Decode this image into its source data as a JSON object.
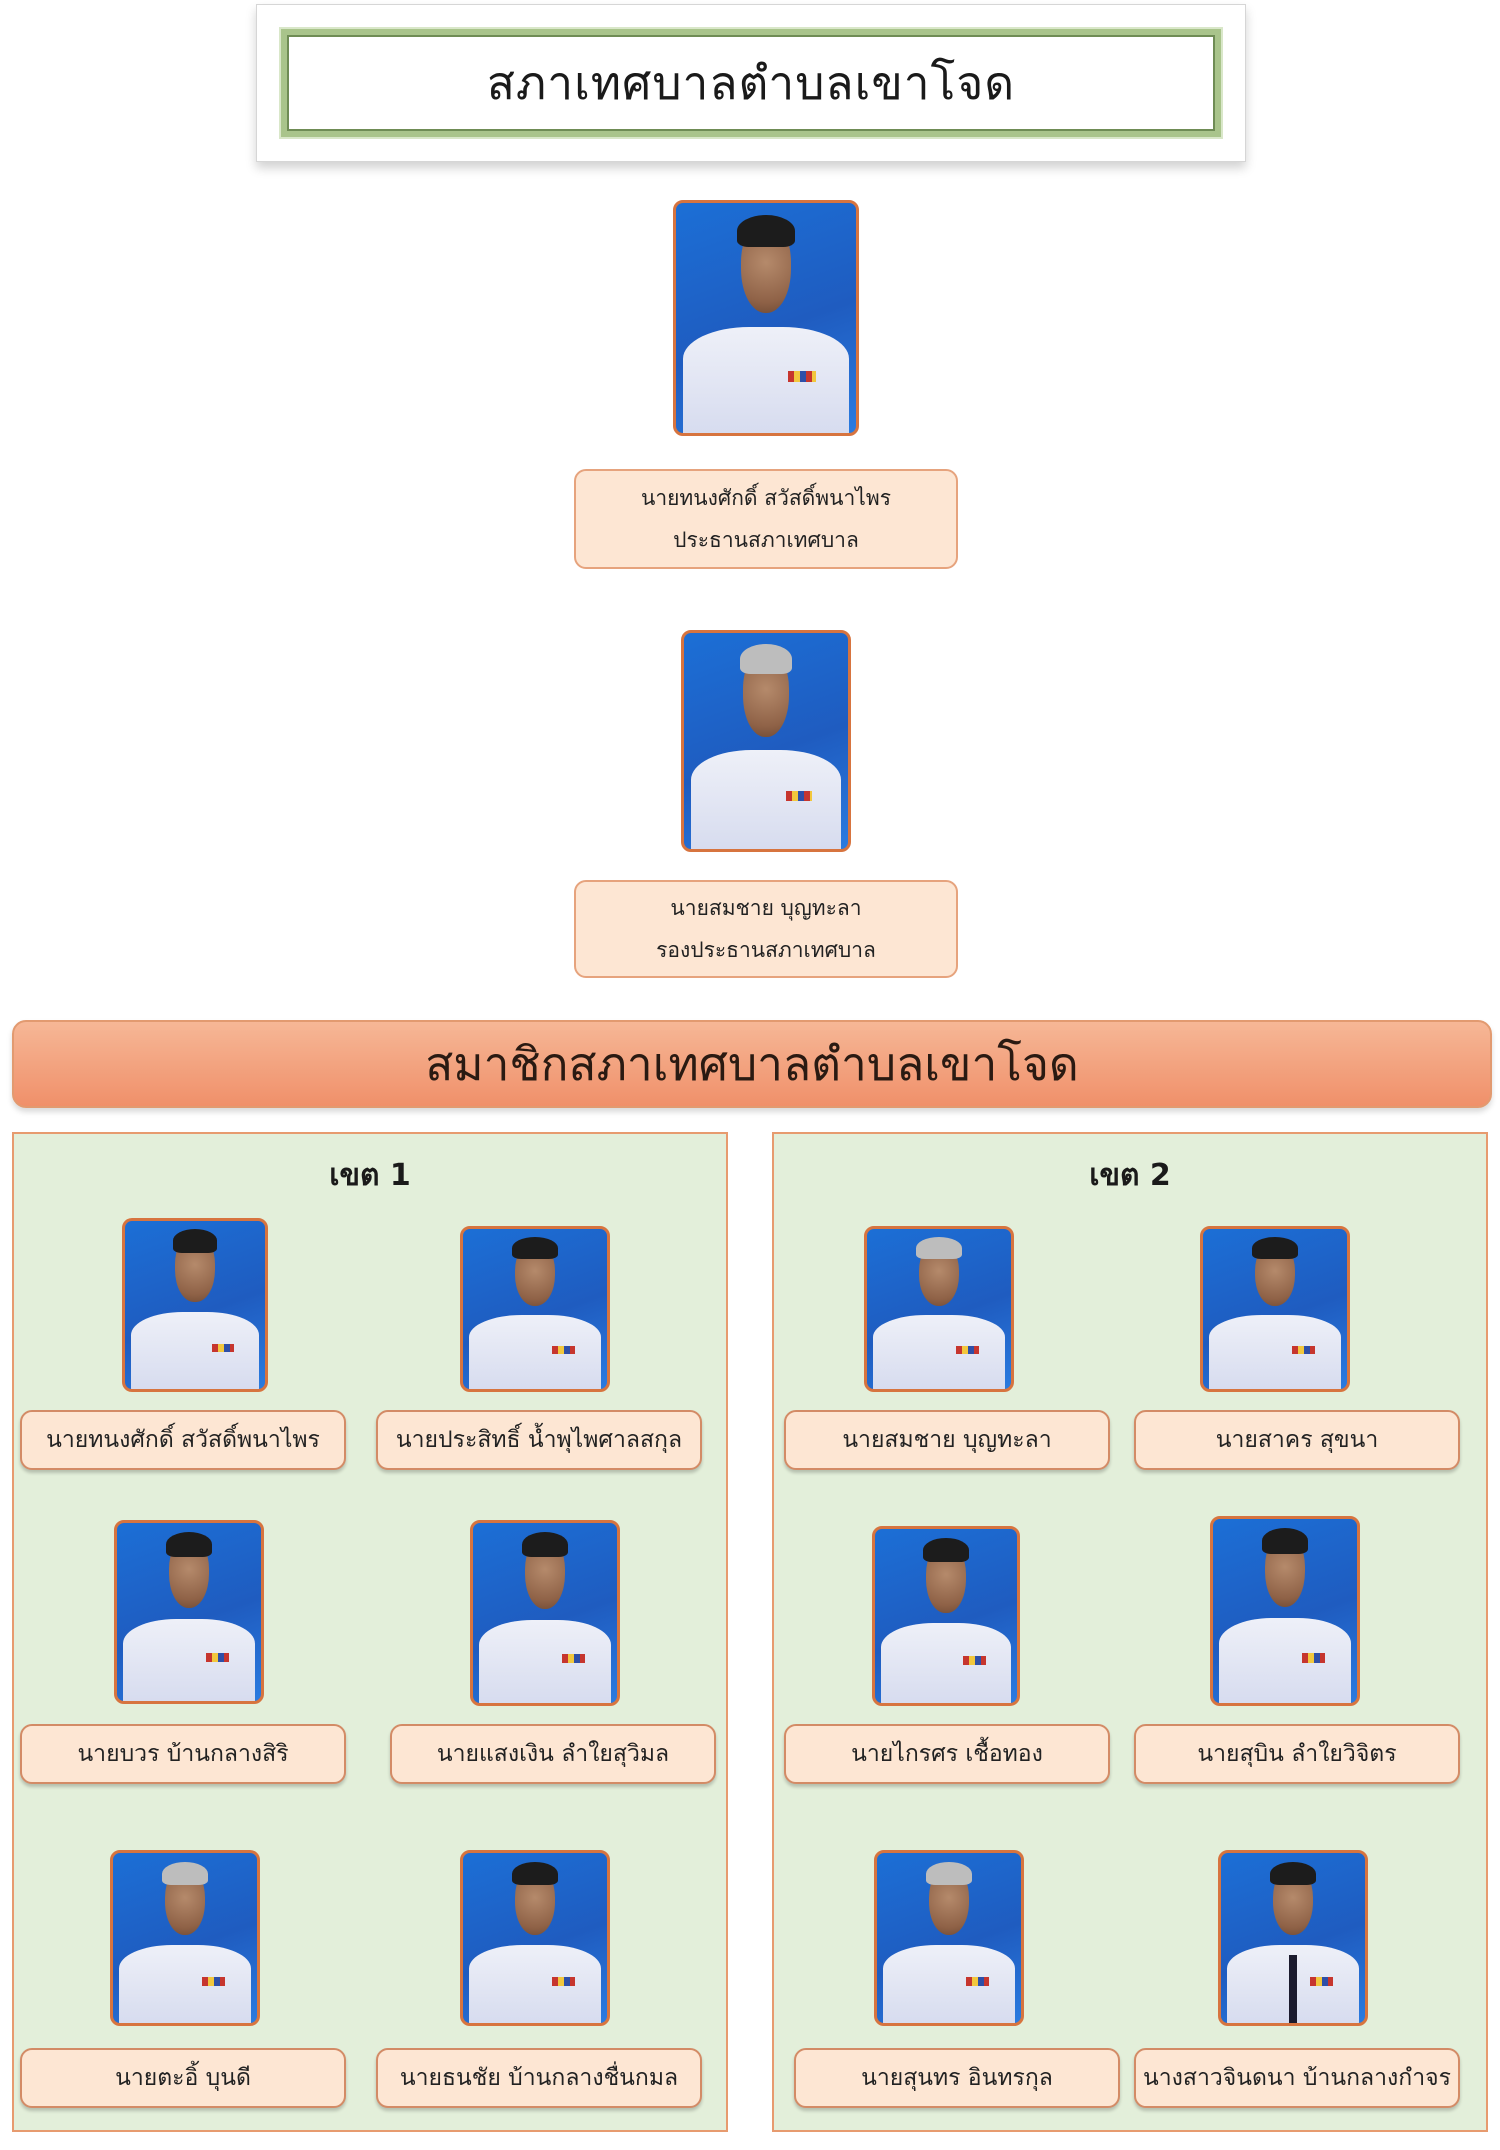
{
  "title": "สภาเทศบาลตำบลเขาโจด",
  "president": {
    "name": "นายทนงศักดิ์ สวัสดิ์พนาไพร",
    "position": "ประธานสภาเทศบาล"
  },
  "vice_president": {
    "name": "นายสมชาย บุญทะลา",
    "position": "รองประธานสภาเทศบาล"
  },
  "members_title": "สมาชิกสภาเทศบาลตำบลเขาโจด",
  "zone1": {
    "label": "เขต 1",
    "members": [
      "นายทนงศักดิ์ สวัสดิ์พนาไพร",
      "นายประสิทธิ์ น้ำพุไพศาลสกุล",
      "นายบวร บ้านกลางสิริ",
      "นายแสงเงิน ลำใยสุวิมล",
      "นายตะอิ้ บุนดี",
      "นายธนชัย บ้านกลางชื่นกมล"
    ]
  },
  "zone2": {
    "label": "เขต 2",
    "members": [
      "นายสมชาย บุญทะลา",
      "นายสาคร สุขนา",
      "นายไกรศร เชื้อทอง",
      "นายสุบิน ลำใยวิจิตร",
      "นายสุนทร อินทรกุล",
      "นางสาวจินดนา บ้านกลางกำจร"
    ]
  }
}
